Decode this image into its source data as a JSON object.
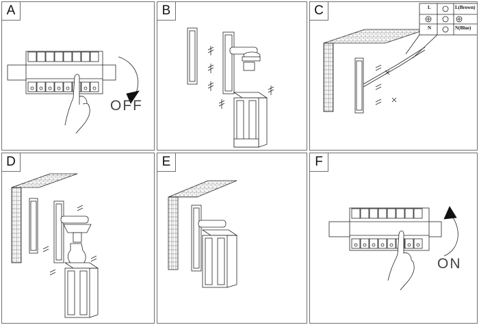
{
  "panels": [
    {
      "letter": "A"
    },
    {
      "letter": "B"
    },
    {
      "letter": "C"
    },
    {
      "letter": "D"
    },
    {
      "letter": "E"
    },
    {
      "letter": "F"
    }
  ],
  "actions": {
    "off": "OFF",
    "on": "ON"
  },
  "wiring": {
    "l_label": "L",
    "n_label": "N",
    "brown_label": "L(Brown)",
    "blue_label": "N(Blue)"
  },
  "colors": {
    "line": "#222222",
    "border": "#6e6e6e"
  }
}
